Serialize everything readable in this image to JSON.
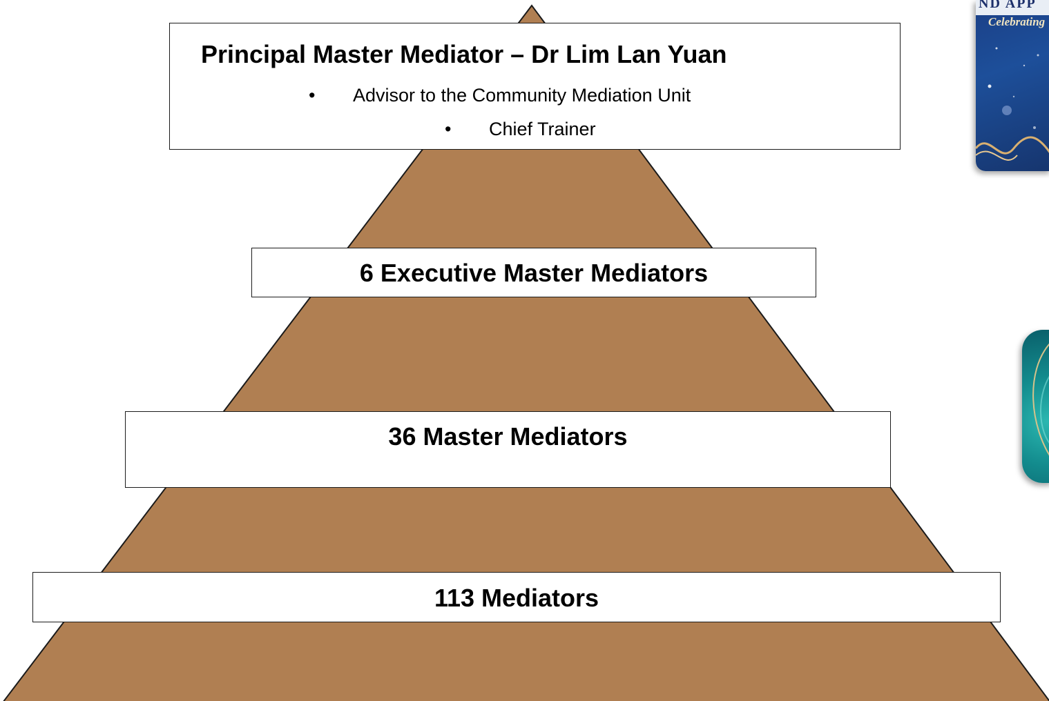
{
  "diagram": {
    "fill_color": "#b07f52",
    "outline_color": "#1a1a1a",
    "levels": [
      {
        "title": "Principal Master Mediator – Dr Lim Lan Yuan",
        "bullets": [
          "Advisor to the Community Mediation Unit",
          "Chief Trainer"
        ]
      },
      {
        "title": "6 Executive Master Mediators"
      },
      {
        "title": "36 Master Mediators"
      },
      {
        "title": "113 Mediators"
      }
    ]
  },
  "decor": {
    "top_image": {
      "header_text": "ND APP",
      "script_text": "Celebrating"
    }
  }
}
